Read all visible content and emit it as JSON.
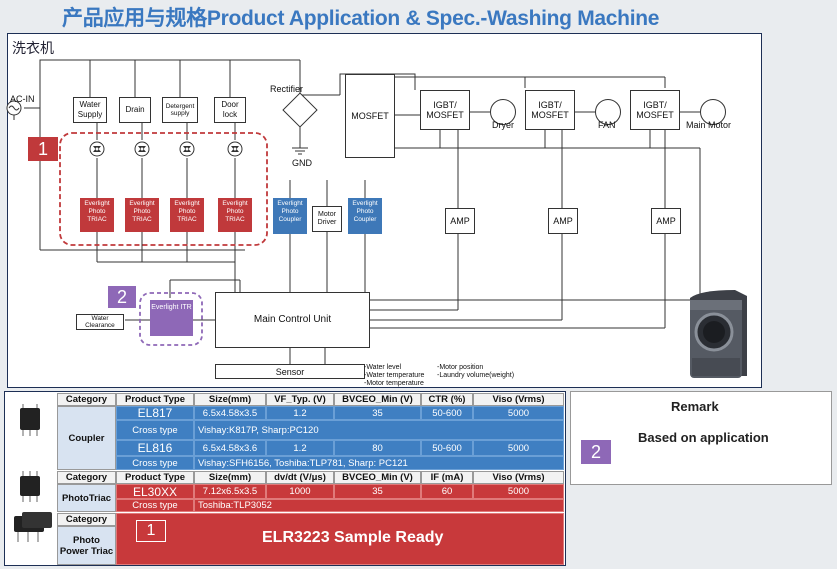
{
  "title": "产品应用与规格Product Application & Spec.-Washing Machine",
  "diagram": {
    "cn_label": "洗衣机",
    "ac_in": "AC-IN",
    "loads": [
      "Water Supply",
      "Drain",
      "Detergent supply",
      "Door lock"
    ],
    "rectifier": "Rectifier",
    "gnd": "GND",
    "mosfet": "MOSFET",
    "igbt": [
      "IGBT/ MOSFET",
      "IGBT/ MOSFET",
      "IGBT/ MOSFET"
    ],
    "motors": [
      "Dryer",
      "FAN",
      "Main Motor"
    ],
    "amp": [
      "AMP",
      "AMP",
      "AMP"
    ],
    "triacs": [
      "Everlight Photo TRIAC",
      "Everlight Photo TRIAC",
      "Everlight Photo TRIAC",
      "Everlight Photo TRIAC"
    ],
    "couplers": [
      "Everlight Photo Coupler",
      "Everlight Photo Coupler"
    ],
    "motor_driver": "Motor Driver",
    "itr": "Everlight ITR",
    "water_clearance": "Water Clearance",
    "mcu": "Main Control Unit",
    "sensor": "Sensor",
    "sensor_notes_left": [
      "-Water level",
      "-Water temperature",
      "-Motor temperature"
    ],
    "sensor_notes_right": [
      "-Motor position",
      "-Laundry volume(weight)"
    ],
    "badge1": "1",
    "badge2": "2"
  },
  "table": {
    "coupler_headers": [
      "Category",
      "Product Type",
      "Size(mm)",
      "VF_Typ. (V)",
      "BVCEO_Min (V)",
      "CTR (%)",
      "Viso (Vrms)"
    ],
    "coupler_category": "Coupler",
    "el817": [
      "EL817",
      "6.5x4.58x3.5",
      "1.2",
      "35",
      "50-600",
      "5000"
    ],
    "el817_cross_label": "Cross type",
    "el817_cross": "Vishay:K817P, Sharp:PC120",
    "el816": [
      "EL816",
      "6.5x4.58x3.6",
      "1.2",
      "80",
      "50-600",
      "5000"
    ],
    "el816_cross_label": "Cross type",
    "el816_cross": "Vishay:SFH6156, Toshiba:TLP781, Sharp: PC121",
    "triac_headers": [
      "Category",
      "Product Type",
      "Size(mm)",
      "dv/dt (V/μs)",
      "BVCEO_Min (V)",
      "IF (mA)",
      "Viso (Vrms)"
    ],
    "triac_category": "PhotoTriac",
    "el30xx": [
      "EL30XX",
      "7.12x6.5x3.5",
      "1000",
      "35",
      "60",
      "5000"
    ],
    "el30xx_cross_label": "Cross type",
    "el30xx_cross": "Toshiba:TLP3052",
    "power_header": "Category",
    "power_category": "Photo Power Triac",
    "sample_badge": "1",
    "sample_text": "ELR3223 Sample Ready"
  },
  "remark": {
    "title": "Remark",
    "badge": "2",
    "text": "Based on application"
  },
  "colors": {
    "red": "#c0393b",
    "blue": "#3e78b8",
    "purple": "#8e68b7",
    "title": "#3a78c0"
  }
}
